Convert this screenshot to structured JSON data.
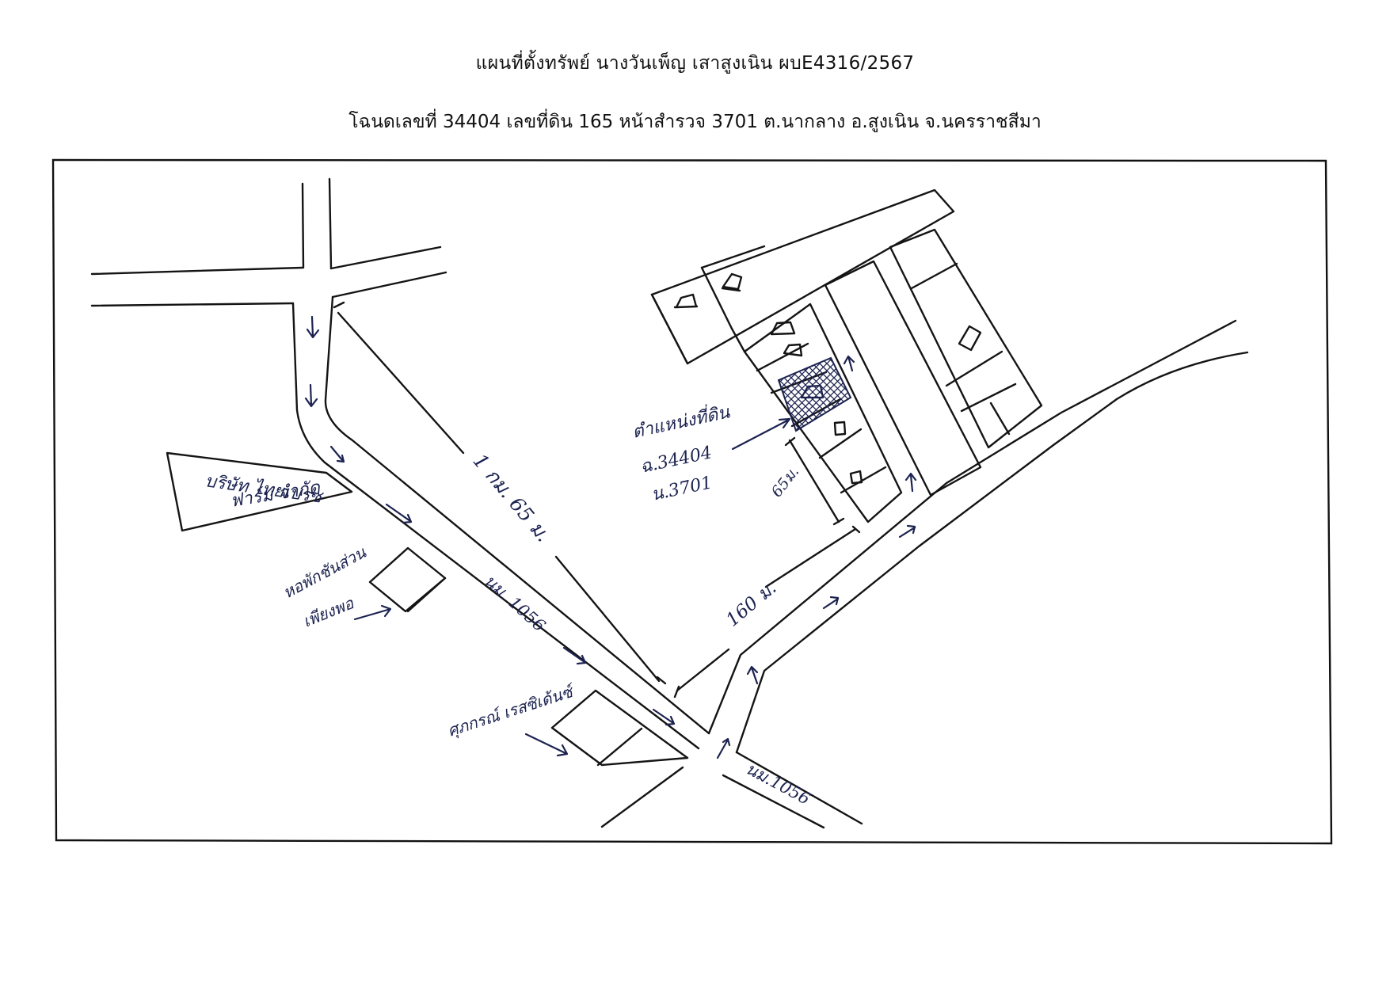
{
  "header": {
    "title": "แผนที่ตั้งทรัพย์    นางวันเพ็ญ เสาสูงเนิน  ผบE4316/2567",
    "subtitle": "โฉนดเลขที่ 34404 เลขที่ดิน 165 หน้าสำรวจ 3701 ต.นากลาง อ.สูงเนิน จ.นครราชสีมา"
  },
  "map": {
    "labels": {
      "company_line1": "บริษัท ไทยเบรซ",
      "company_line2": "ฟาร์ม จำกัด",
      "dorm_line1": "หอพักชันส่วน",
      "dorm_line2": "เพียงพอ",
      "resort": "ศุภกรณ์ เรสซิเด้นซ์",
      "road_upper": "นม. 1056",
      "road_lower": "นม.1056",
      "dist_long": "1 กม. 65 ม.",
      "dist_160": "160 ม.",
      "dist_65": "65ม.",
      "site_line1": "ตำแหน่งที่ดิน",
      "site_line2": "ฉ.34404",
      "site_line3": "น.3701"
    }
  }
}
